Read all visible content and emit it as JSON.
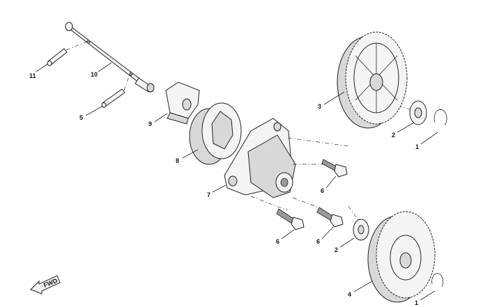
{
  "callouts": [
    {
      "id": "11",
      "text": "11"
    },
    {
      "id": "10",
      "text": "10"
    },
    {
      "id": "5",
      "text": "5"
    },
    {
      "id": "9",
      "text": "9"
    },
    {
      "id": "8",
      "text": "8"
    },
    {
      "id": "7",
      "text": "7"
    },
    {
      "id": "6a",
      "text": "6"
    },
    {
      "id": "6b",
      "text": "6"
    },
    {
      "id": "6c",
      "text": "6"
    },
    {
      "id": "3",
      "text": "3"
    },
    {
      "id": "2a",
      "text": "2"
    },
    {
      "id": "1a",
      "text": "1"
    },
    {
      "id": "2b",
      "text": "2"
    },
    {
      "id": "4",
      "text": "4"
    },
    {
      "id": "1b",
      "text": "1"
    }
  ],
  "fwd_label": "FWD"
}
